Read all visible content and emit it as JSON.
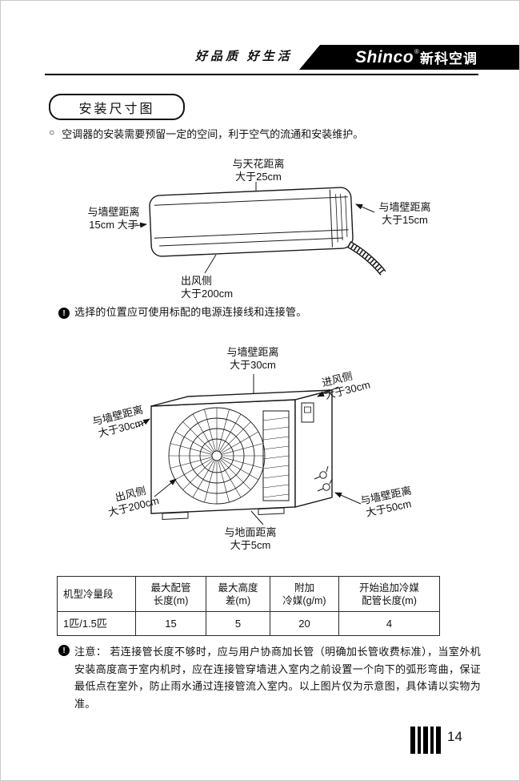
{
  "header": {
    "slogan": "好品质 好生活",
    "brand_en": "Shinco",
    "brand_reg": "®",
    "brand_cn": "新科空调"
  },
  "title": "安装尺寸图",
  "intro": {
    "bullet": "○",
    "text": "空调器的安装需要预留一定的空间，利于空气的流通和安装维护。"
  },
  "indoor": {
    "ceiling_label": "与天花距离\n大于25cm",
    "left_wall_label": "与墙壁距离\n15cm 大于",
    "right_wall_label": "与墙壁距离\n大于15cm",
    "outlet_label": "出风侧\n大于200cm"
  },
  "note1": {
    "icon": "!",
    "text": "选择的位置应可使用标配的电源连接线和连接管。"
  },
  "outdoor": {
    "top_wall_label": "与墙壁距离\n大于30cm",
    "inlet_label": "进风侧\n大于30cm",
    "left_wall_label": "与墙壁距离\n大于30cm",
    "outlet_label": "出风侧\n大于200cm",
    "ground_label": "与地面距离\n大于5cm",
    "right_wall_label": "与墙壁距离\n大于50cm"
  },
  "table": {
    "headers": [
      "机型冷量段",
      "最大配管\n长度(m)",
      "最大高度\n差(m)",
      "附加\n冷媒(g/m)",
      "开始追加冷媒\n配管长度(m)"
    ],
    "row": [
      "1匹/1.5匹",
      "15",
      "5",
      "20",
      "4"
    ]
  },
  "note2": {
    "icon": "!",
    "text": "注意： 若连接管长度不够时，应与用户协商加长管（明确加长管收费标准），当室外机安装高度高于室内机时，应在连接管穿墙进入室内之前设置一个向下的弧形弯曲，保证最低点在室外，防止雨水通过连接管流入室内。以上图片仅为示意图，具体请以实物为准。"
  },
  "footer": {
    "page_number": "14"
  },
  "colors": {
    "ink": "#111111",
    "bar": "#000000"
  }
}
